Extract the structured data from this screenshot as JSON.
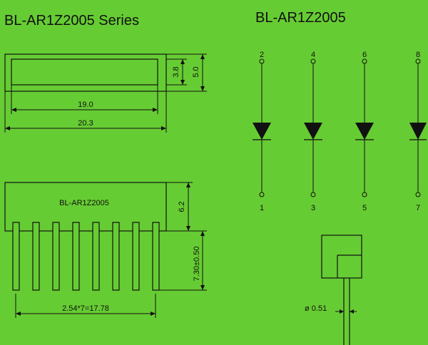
{
  "titles": {
    "left": "BL-AR1Z2005 Series",
    "right": "BL-AR1Z2005"
  },
  "top_view": {
    "dim_height_inner": "3.8",
    "dim_height_outer": "5.0",
    "dim_width_inner": "19.0",
    "dim_width_outer": "20.3"
  },
  "side_view": {
    "label": "BL-AR1Z2005",
    "dim_body_height": "6.2",
    "dim_pin_length": "7.30±0.50",
    "dim_pitch": "2.54*7=17.78"
  },
  "schematic": {
    "anodes": [
      "2",
      "4",
      "6",
      "8"
    ],
    "cathodes": [
      "1",
      "3",
      "5",
      "7"
    ]
  },
  "pin_detail": {
    "diameter": "ø 0.51"
  }
}
